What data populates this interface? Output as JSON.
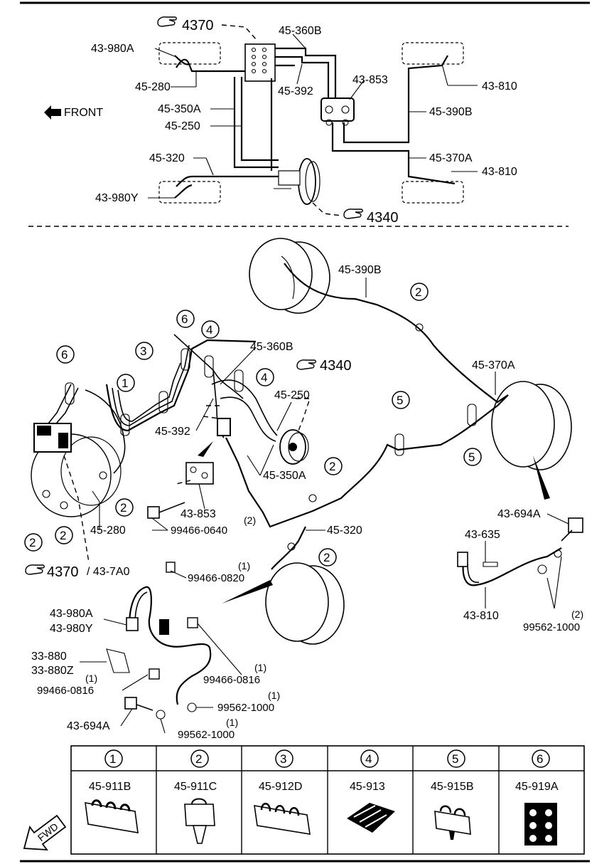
{
  "top_diagram": {
    "ref_4370": "4370",
    "ref_4340": "4340",
    "front_label": "FRONT",
    "labels": {
      "l_43_980A": "43-980A",
      "l_45_280": "45-280",
      "l_45_350A": "45-350A",
      "l_45_250": "45-250",
      "l_45_320": "45-320",
      "l_43_980Y": "43-980Y",
      "l_45_360B": "45-360B",
      "l_45_392": "45-392",
      "l_43_853": "43-853",
      "l_43_810_a": "43-810",
      "l_45_390B": "45-390B",
      "l_45_370A": "45-370A",
      "l_43_810_b": "43-810"
    }
  },
  "main_diagram": {
    "ref_4340": "4340",
    "ref_4370": "4370",
    "ref_43_7A0": "/ 43-7A0",
    "labels": {
      "l_45_390B": "45-390B",
      "l_45_370A": "45-370A",
      "l_45_360B": "45-360B",
      "l_45_250": "45-250",
      "l_45_392": "45-392",
      "l_45_350A": "45-350A",
      "l_43_853": "43-853",
      "l_99466_0640": "99466-0640",
      "l_45_280": "45-280",
      "l_45_320": "45-320",
      "l_43_694A_r": "43-694A",
      "l_43_635": "43-635",
      "l_43_810": "43-810",
      "l_99562_1000_r": "99562-1000",
      "l_99466_0820": "99466-0820",
      "l_43_980A": "43-980A",
      "l_43_980Y": "43-980Y",
      "l_33_880": "33-880",
      "l_33_880Z": "33-880Z",
      "l_99466_0816_l": "99466-0816",
      "l_99466_0816_r": "99466-0816",
      "l_99562_1000_a": "99562-1000",
      "l_99562_1000_b": "99562-1000",
      "l_43_694A_l": "43-694A"
    },
    "quantities": {
      "q_0640": "(2)",
      "q_0820": "(1)",
      "q_0816_l": "(1)",
      "q_0816_r": "(1)",
      "q_1000_a": "(1)",
      "q_1000_b": "(1)",
      "q_1000_r": "(2)"
    },
    "callouts": [
      "1",
      "2",
      "3",
      "4",
      "5",
      "6"
    ]
  },
  "clip_table": {
    "columns": [
      {
        "number": "1",
        "part": "45-911B"
      },
      {
        "number": "2",
        "part": "45-911C"
      },
      {
        "number": "3",
        "part": "45-912D"
      },
      {
        "number": "4",
        "part": "45-913"
      },
      {
        "number": "5",
        "part": "45-915B"
      },
      {
        "number": "6",
        "part": "45-919A"
      }
    ],
    "fwd_label": "FWD"
  }
}
